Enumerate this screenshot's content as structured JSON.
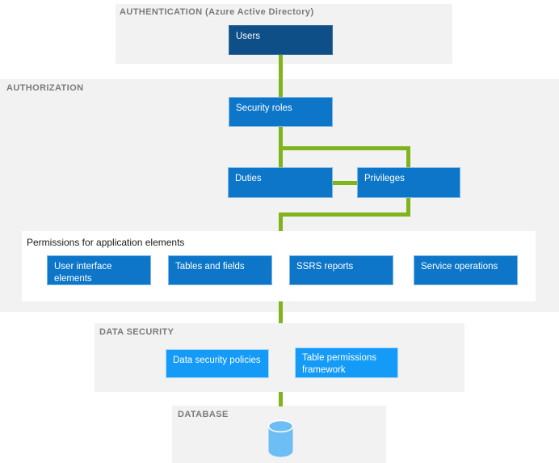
{
  "diagram": {
    "authentication": {
      "section_label": "AUTHENTICATION (Azure Active Directory)",
      "users_label": "Users"
    },
    "authorization": {
      "section_label": "AUTHORIZATION",
      "security_roles_label": "Security roles",
      "duties_label": "Duties",
      "privileges_label": "Privileges"
    },
    "permissions": {
      "title": "Permissions for application elements",
      "items": [
        "User interface elements",
        "Tables and fields",
        "SSRS reports",
        "Service operations"
      ]
    },
    "data_security": {
      "section_label": "DATA SECURITY",
      "policies_label": "Data security policies",
      "framework_label": "Table permissions framework"
    },
    "database": {
      "section_label": "DATABASE",
      "icon": "database-cylinder-icon"
    },
    "colors": {
      "section_panel_bg": "#f2f2f2",
      "node_dark_blue": "#0e4f87",
      "node_mid_blue": "#0d76c9",
      "node_light_blue": "#149af7",
      "database_cylinder_blue": "#6cbef5",
      "connector_green": "#7fb41a",
      "section_label_gray": "#7a7a7a"
    }
  }
}
